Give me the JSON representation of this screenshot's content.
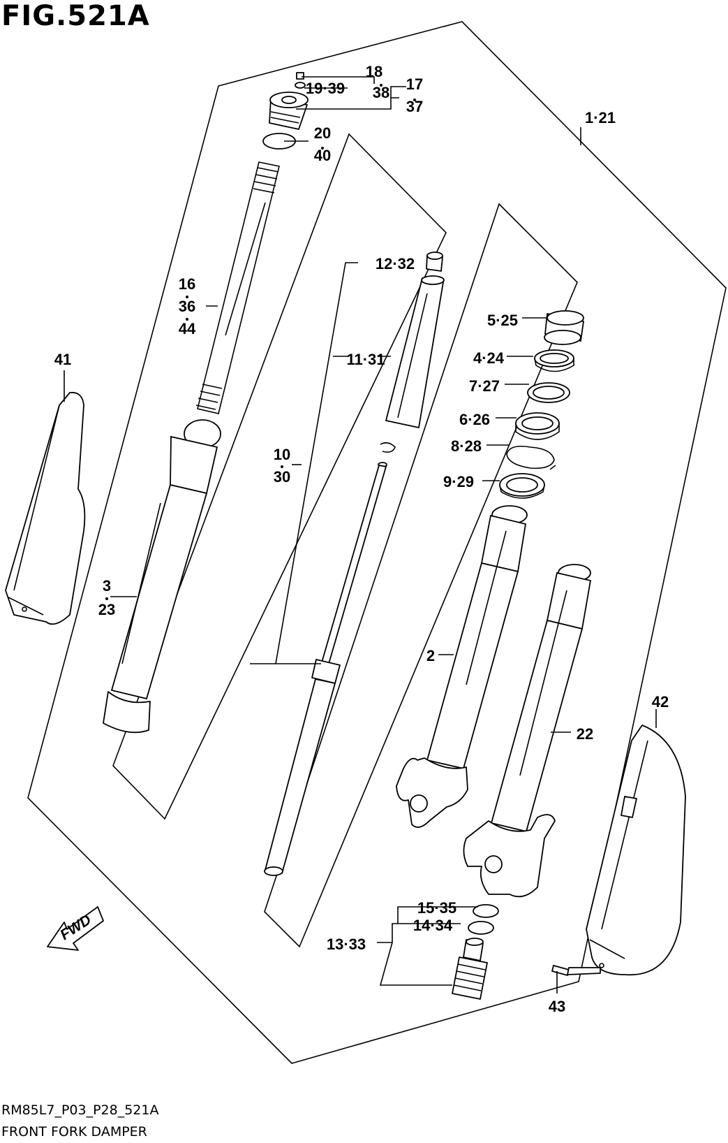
{
  "figure": {
    "title": "FIG.521A",
    "code": "RM85L7_P03_P28_521A",
    "name": "FRONT FORK DAMPER",
    "direction_label": "FWD"
  },
  "callouts": [
    {
      "id": "c18",
      "text": "18"
    },
    {
      "id": "c19-39",
      "text": "19·39"
    },
    {
      "id": "c38",
      "text": "38"
    },
    {
      "id": "c17",
      "text": "17"
    },
    {
      "id": "c37",
      "text": "37"
    },
    {
      "id": "c1-21",
      "text": "1·21"
    },
    {
      "id": "c20",
      "text": "20"
    },
    {
      "id": "c40",
      "text": "40"
    },
    {
      "id": "c12-32",
      "text": "12·32"
    },
    {
      "id": "c16",
      "text": "16"
    },
    {
      "id": "c36",
      "text": "36"
    },
    {
      "id": "c44",
      "text": "44"
    },
    {
      "id": "c5-25",
      "text": "5·25"
    },
    {
      "id": "c4-24",
      "text": "4·24"
    },
    {
      "id": "c41",
      "text": "41"
    },
    {
      "id": "c11-31",
      "text": "11·31"
    },
    {
      "id": "c7-27",
      "text": "7·27"
    },
    {
      "id": "c6-26",
      "text": "6·26"
    },
    {
      "id": "c8-28",
      "text": "8·28"
    },
    {
      "id": "c10",
      "text": "10"
    },
    {
      "id": "c30",
      "text": "30"
    },
    {
      "id": "c9-29",
      "text": "9·29"
    },
    {
      "id": "c3",
      "text": "3"
    },
    {
      "id": "c23",
      "text": "23"
    },
    {
      "id": "c2",
      "text": "2"
    },
    {
      "id": "c42",
      "text": "42"
    },
    {
      "id": "c22",
      "text": "22"
    },
    {
      "id": "c15-35",
      "text": "15·35"
    },
    {
      "id": "c14-34",
      "text": "14·34"
    },
    {
      "id": "c13-33",
      "text": "13·33"
    },
    {
      "id": "c43",
      "text": "43"
    }
  ]
}
